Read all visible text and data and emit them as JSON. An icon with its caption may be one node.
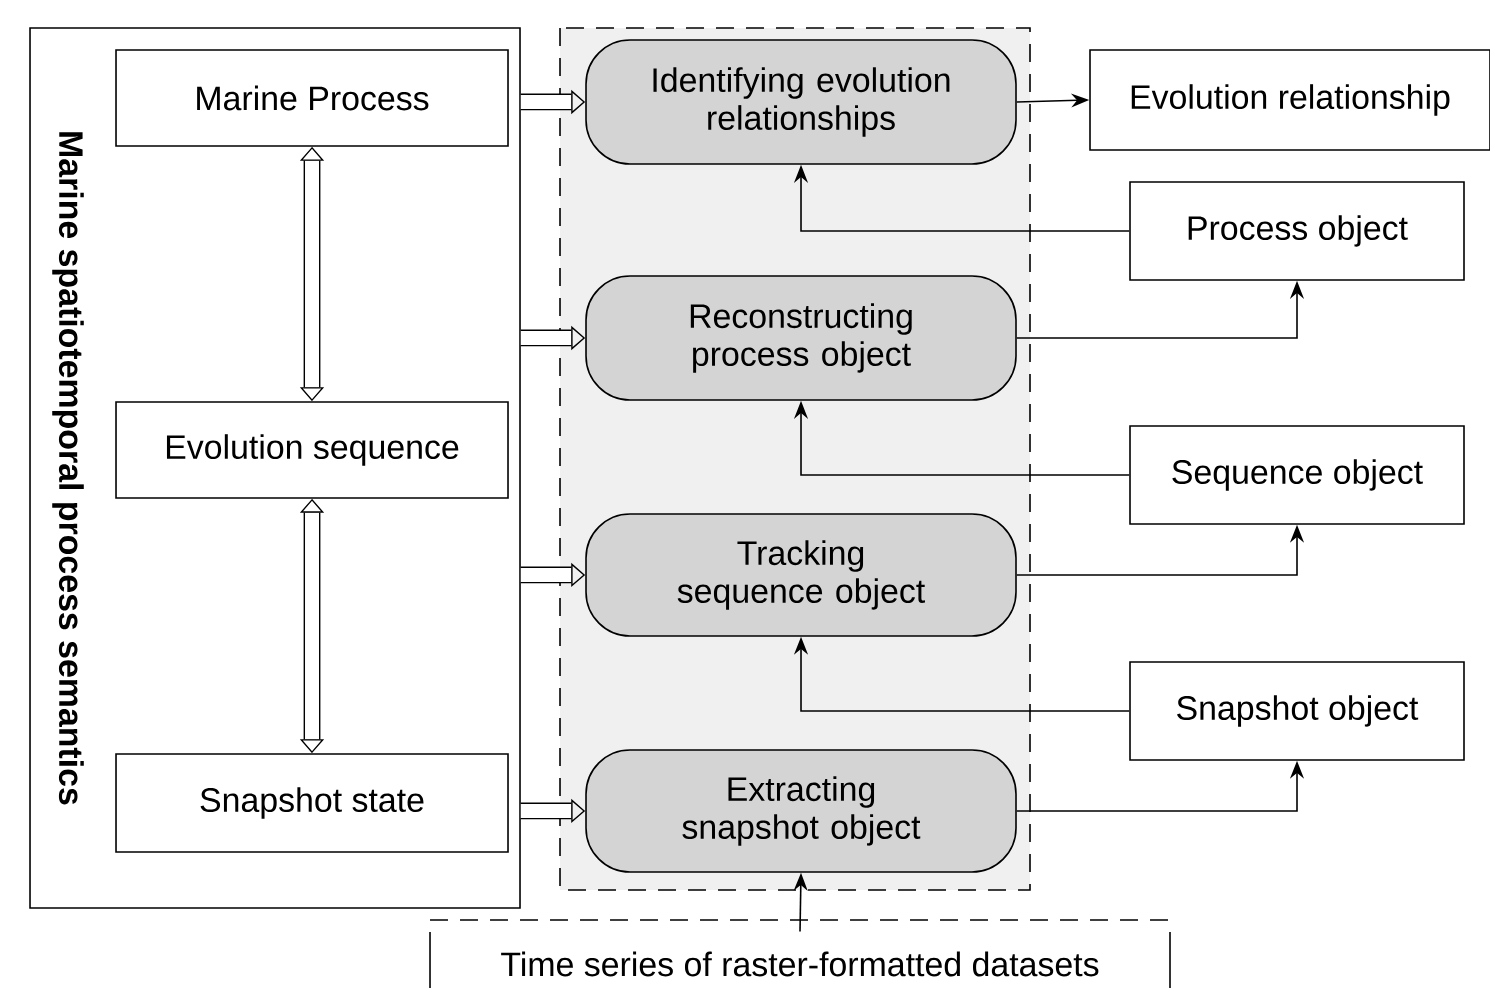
{
  "diagram": {
    "nodes": [
      {
        "text": [
          "Marine spatiotemporal process semantics"
        ]
      },
      {
        "text": [
          "Marine Process"
        ],
        "in": 0
      },
      {
        "text": [
          "Evolution sequence"
        ],
        "in": 0
      },
      {
        "text": [
          "Snapshot state"
        ],
        "in": 0
      },
      {
        "text": [
          "Identifying evolution relationships"
        ]
      },
      {
        "text": [
          "Reconstructing process object"
        ]
      },
      {
        "text": [
          "Tracking sequence object"
        ]
      },
      {
        "text": [
          "Extracting snapshot object"
        ]
      },
      {
        "text": [
          "Evolution relationship"
        ]
      },
      {
        "text": [
          "Process object"
        ]
      },
      {
        "text": [
          "Sequence object"
        ]
      },
      {
        "text": [
          "Snapshot  object"
        ]
      },
      {
        "text": [
          "Time series of raster-formatted datasets"
        ]
      }
    ],
    "edges": [
      {
        "from": 1,
        "to": 2,
        "arrow": "both",
        "style": "thick"
      },
      {
        "from": 2,
        "to": 3,
        "arrow": "both",
        "style": "thick"
      },
      {
        "from": 0,
        "to": 4,
        "arrow": "to",
        "style": "thick"
      },
      {
        "from": 0,
        "to": 5,
        "arrow": "to",
        "style": "thick"
      },
      {
        "from": 0,
        "to": 6,
        "arrow": "to",
        "style": "thick"
      },
      {
        "from": 0,
        "to": 7,
        "arrow": "to",
        "style": "thick"
      },
      {
        "from": 4,
        "to": 8,
        "arrow": "to"
      },
      {
        "from": 9,
        "to": 4,
        "arrow": "to"
      },
      {
        "from": 5,
        "to": 9,
        "arrow": "to"
      },
      {
        "from": 10,
        "to": 5,
        "arrow": "to"
      },
      {
        "from": 6,
        "to": 10,
        "arrow": "to"
      },
      {
        "from": 11,
        "to": 6,
        "arrow": "to"
      },
      {
        "from": 7,
        "to": 11,
        "arrow": "to"
      },
      {
        "from": 12,
        "to": 7,
        "arrow": "to"
      }
    ]
  }
}
